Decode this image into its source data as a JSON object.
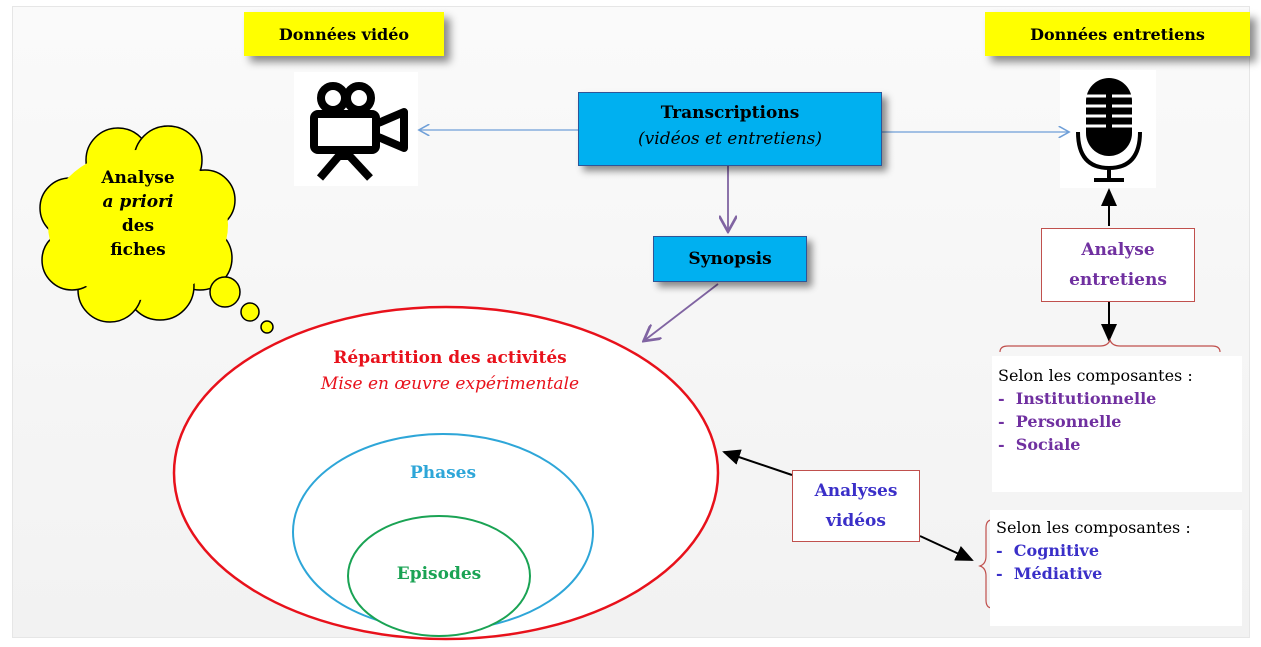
{
  "video_data": {
    "label": "Données vidéo"
  },
  "interview_data": {
    "label": "Données entretiens"
  },
  "transcriptions": {
    "title": "Transcriptions",
    "subtitle": "(vidéos et entretiens)"
  },
  "synopsis": {
    "label": "Synopsis"
  },
  "cloud": {
    "line1": "Analyse",
    "line2": "a priori",
    "line3": "des",
    "line4": "fiches"
  },
  "analyse_entretiens": {
    "line1": "Analyse",
    "line2": "entretiens"
  },
  "analyses_videos": {
    "line1": "Analyses",
    "line2": "vidéos"
  },
  "interview_components": {
    "heading": "Selon les composantes :",
    "items": [
      "Institutionnelle",
      "Personnelle",
      "Sociale"
    ]
  },
  "video_components": {
    "heading": "Selon les composantes :",
    "items": [
      "Cognitive",
      "Médiative"
    ]
  },
  "outer_ellipse": {
    "title": "Répartition des activités",
    "subtitle": "Mise en œuvre expérimentale"
  },
  "phases": {
    "label": "Phases"
  },
  "episodes": {
    "label": "Episodes"
  },
  "colors": {
    "yellow": "#ffff00",
    "blue_box": "#00b0f0",
    "red": "#e8111b",
    "phases": "#2ea6d8",
    "episodes": "#1aa354",
    "purple": "#7030a0",
    "blue_items": "#3a2fc8",
    "arrow_blue": "#6f9fd8"
  },
  "icons": {
    "video": "video-camera-icon",
    "audio": "microphone-icon"
  }
}
